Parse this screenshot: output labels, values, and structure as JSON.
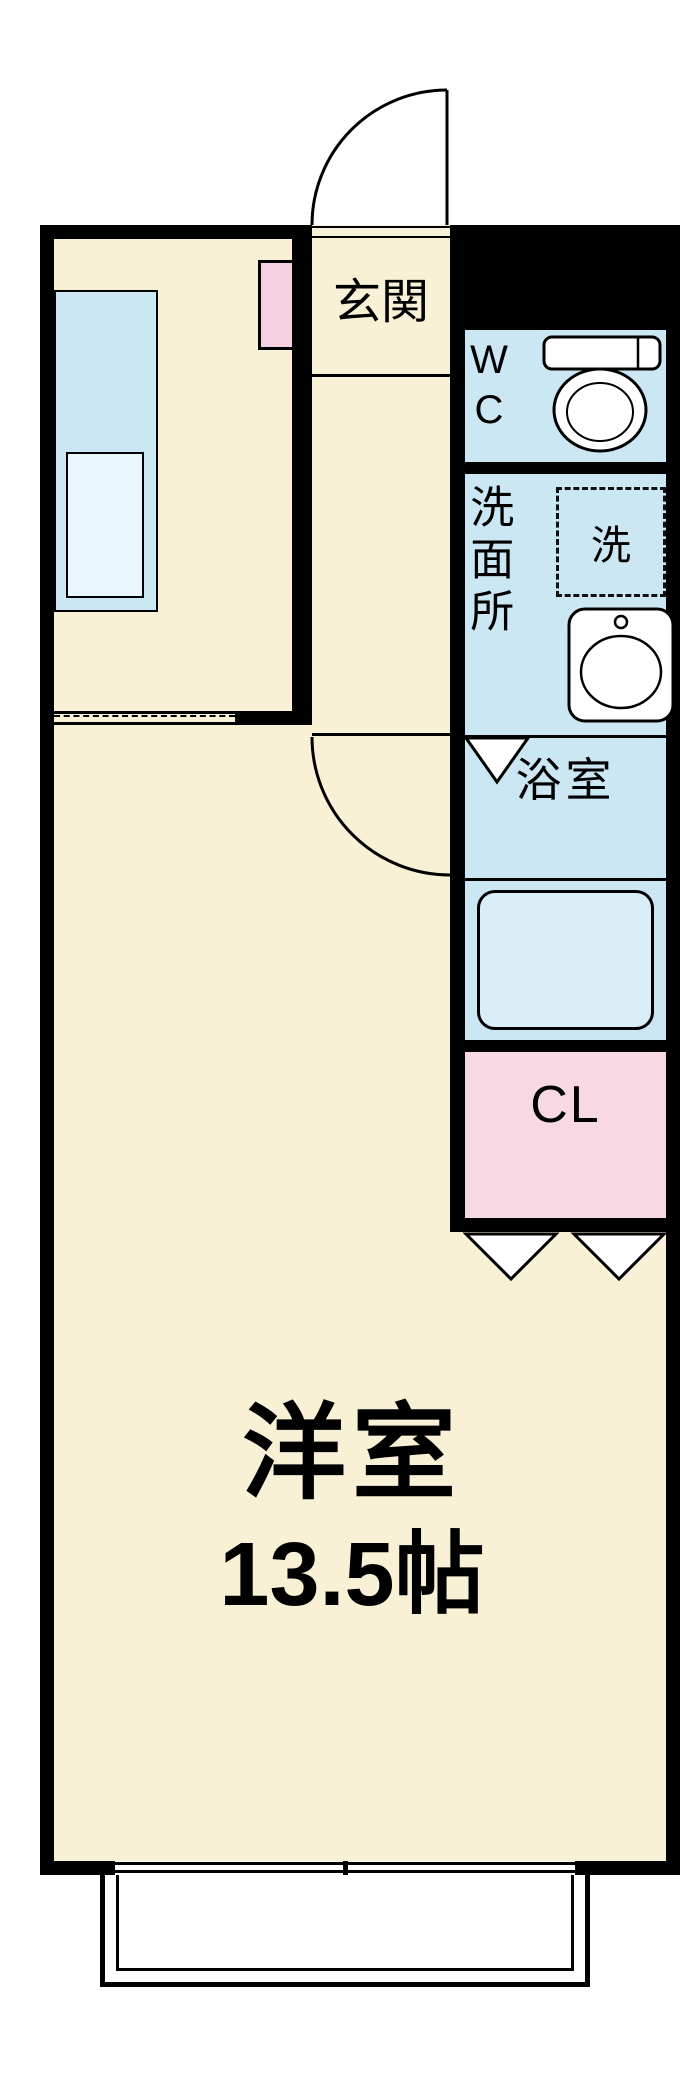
{
  "floorplan": {
    "labels": {
      "genkan": "玄関",
      "wc": "WC",
      "senmenjo": "洗面所",
      "washing_machine": "洗",
      "bathroom": "浴室",
      "closet": "CL",
      "room_name": "洋室",
      "room_size": "13.5帖"
    },
    "colors": {
      "floor_cream": "#f8f1d6",
      "wet_area_blue": "#cbe7f3",
      "closet_pink": "#f8d8e3",
      "door_pink": "#f3cfdf",
      "wall_black": "#000000",
      "background": "#ffffff"
    },
    "icons": {
      "toilet": "toilet-icon",
      "sink": "sink-icon",
      "bathtub": "bathtub-icon",
      "washing_machine_space": "washing-machine-box",
      "kitchen_counter": "kitchen-counter",
      "entrance_door": "entrance-door-arc",
      "room_door": "room-door-arc",
      "bath_door": "bath-door-triangle",
      "closet_doors": "closet-door-triangles"
    }
  }
}
